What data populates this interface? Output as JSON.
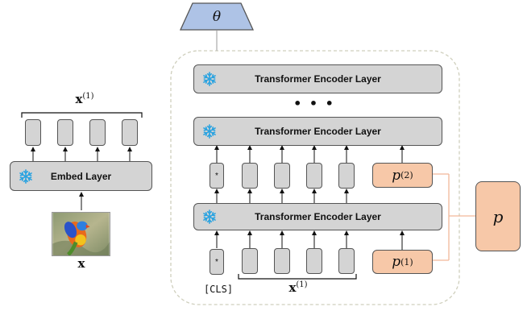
{
  "theta_label": "θ",
  "encoder_layer_label": "Transformer Encoder Layer",
  "embed_layer_label": "Embed Layer",
  "ellipsis": "• • •",
  "cls_label": "[CLS]",
  "cls_token_symbol": "*",
  "x_symbol": "x",
  "x_superscript": "(1)",
  "prompt_symbol": "p",
  "prompt_1_superscript": "(1)",
  "prompt_2_superscript": "(2)",
  "colors": {
    "layer_fill": "#d4d4d4",
    "prompt_fill": "#f7c8a8",
    "theta_fill": "#aec3e6",
    "snowflake": "#2ba3e0",
    "connector": "#f2b899"
  },
  "icons": [
    "snowflake-icon",
    "bird-image"
  ]
}
